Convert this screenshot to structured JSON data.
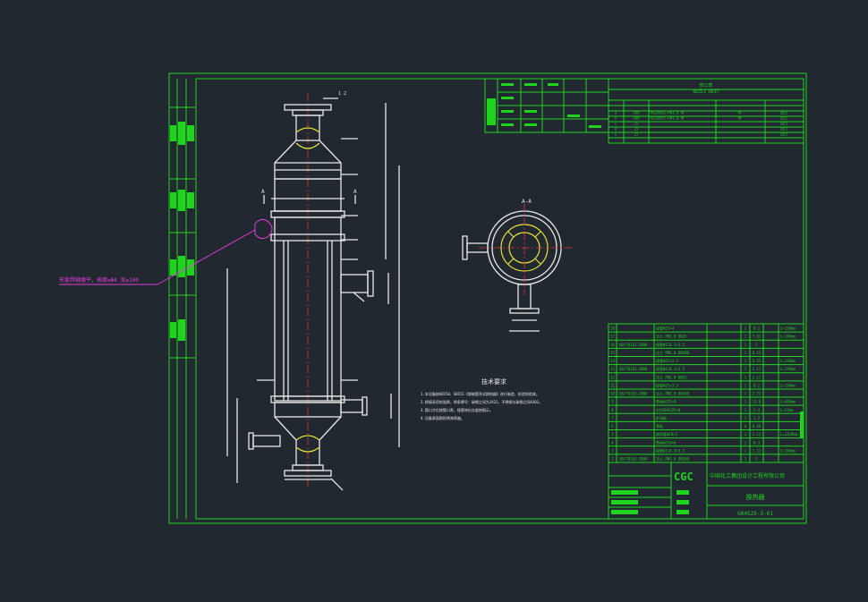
{
  "drawing": {
    "part_marks_top": "1 2",
    "section_a": "A",
    "section_view_title": "A-A",
    "annotation_note": "夹套焊缝磨平",
    "annotation_note_suffix": "，表面≤Φ4 宽≥100",
    "tech_title": "技术要求",
    "tech_lines": [
      "1.本设备按GB150、GB151《钢制管壳式换热器》进行制造、检验和验收。",
      "2.焊接采用电弧焊，焊条牌号：碳钢之间为J422，不锈钢与碳钢之间A302。",
      "3.管口方位按管口表，接管伸出长度按图示。",
      "4.设备表面刷防锈漆两遍。"
    ],
    "nozzle_title": "管口表",
    "nozzle_subtitle": "NOZZLE SHEET",
    "nozzle_rows": [
      [
        "a",
        "100",
        "HG20592-PN1.0 RF",
        "RF",
        "出口"
      ],
      [
        "b",
        "100",
        "HG20592-PN1.0 RF",
        "RF",
        "出口"
      ],
      [
        "c",
        "25",
        "",
        "",
        "出口"
      ],
      [
        "d",
        "25",
        "",
        "",
        "出口"
      ],
      [
        "e",
        "25",
        "",
        "",
        "出口"
      ]
    ],
    "bom_rows": [
      [
        "18",
        "",
        "接管Φ25×4",
        "1",
        "0.2",
        "L=150mm"
      ],
      [
        "17",
        "",
        "法兰 PN1.0 DN25",
        "1",
        "7.63",
        "L=150mm"
      ],
      [
        "16",
        "GB/T8163-2008",
        "接管Φ114.3×3.5",
        "1",
        "5",
        ""
      ],
      [
        "15",
        "",
        "法兰 PN1.0 DN100",
        "1",
        "8.13",
        ""
      ],
      [
        "14",
        "",
        "接管Φ25×3.5",
        "1",
        "0.23",
        "L=150mm"
      ],
      [
        "13",
        "GB/T8163-2008",
        "接管Φ114.3×3.5",
        "1",
        "1.11",
        "L=150mm"
      ],
      [
        "12",
        "",
        "法兰 PN1.0 DN25",
        "1",
        "1.11",
        ""
      ],
      [
        "11",
        "",
        "接管Φ25×3.5",
        "1",
        "0.2",
        "L=150mm"
      ],
      [
        "10",
        "GB/T8163-2008",
        "法兰 PN1.0 DN100",
        "1",
        "2.73",
        ""
      ],
      [
        "9",
        "",
        "筒体Φ325×8",
        "1",
        "13.8",
        "L=480mm"
      ],
      [
        "8",
        "",
        "封头EHA325×8",
        "2",
        "2.4",
        "L=52mm"
      ],
      [
        "7",
        "",
        "折流板",
        "1",
        "1.2",
        ""
      ],
      [
        "6",
        "",
        "管板",
        "m",
        "0.26",
        ""
      ],
      [
        "5",
        "",
        "换热管Φ19×2",
        "1",
        "1.11",
        "L=1120mm"
      ],
      [
        "4",
        "",
        "筒体Φ219×6",
        "2",
        "0.3",
        ""
      ],
      [
        "3",
        "",
        "接管Φ114.3×3.5",
        "1",
        "1.11",
        "L=150mm"
      ],
      [
        "2",
        "GB/T8163-2008",
        "法兰 PN1.0 DN100",
        "1",
        "5",
        ""
      ]
    ],
    "company_name": "中国化工集团设计工程有限公司",
    "drawing_title": "换热器",
    "drawing_number": "G04525-3-01"
  }
}
